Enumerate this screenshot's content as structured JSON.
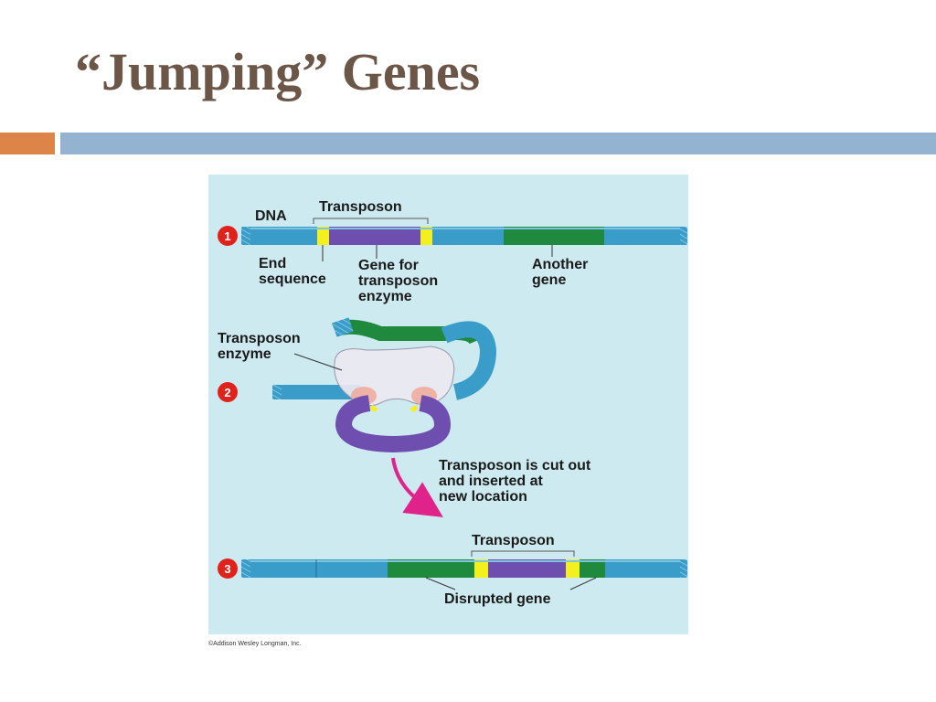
{
  "slide": {
    "title": "“Jumping” Genes"
  },
  "figure": {
    "step1": {
      "number": "1",
      "dna_label": "DNA",
      "transposon_label": "Transposon",
      "end_seq_line1": "End",
      "end_seq_line2": "sequence",
      "gene_line1": "Gene for",
      "gene_line2": "transposon",
      "gene_line3": "enzyme",
      "another_line1": "Another",
      "another_line2": "gene"
    },
    "step2": {
      "number": "2",
      "enzyme_line1": "Transposon",
      "enzyme_line2": "enzyme",
      "caption_line1": "Transposon is cut out",
      "caption_line2": "and inserted at",
      "caption_line3": "new location"
    },
    "step3": {
      "number": "3",
      "transposon_label": "Transposon",
      "disrupted_label": "Disrupted gene"
    },
    "credit": "©Addison Wesley Longman, Inc."
  },
  "colors": {
    "title": "#6b5648",
    "accent_orange": "#dd8449",
    "accent_blue": "#93b3d0",
    "panel_background": "#cdeaf0",
    "dna_blue": "#3a9cc8",
    "gene_green": "#1f8a3e",
    "transposon_purple": "#6e4fb0",
    "end_sequence_yellow": "#f4f01e",
    "step_marker_red": "#e0221c",
    "arrow_magenta": "#e0238a"
  }
}
